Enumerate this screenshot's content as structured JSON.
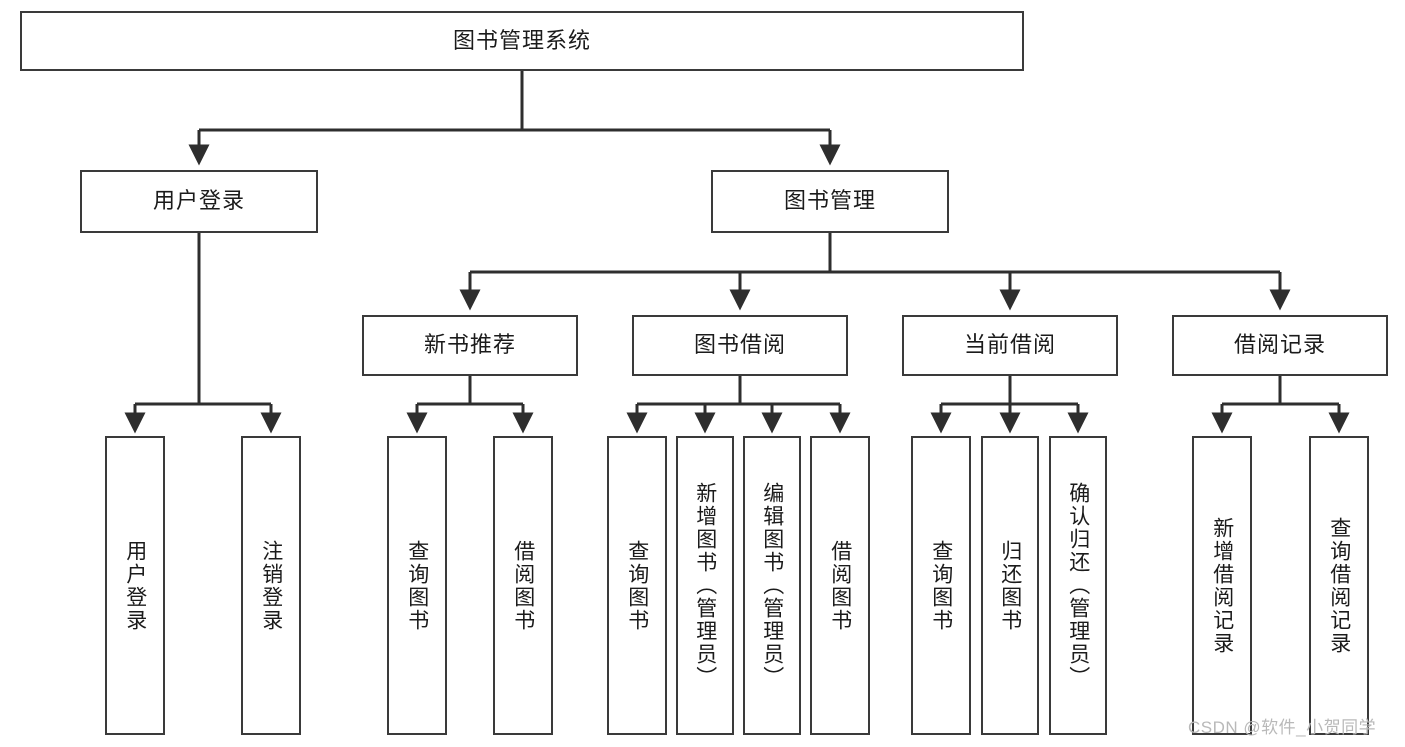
{
  "diagram": {
    "title": "图书管理系统",
    "type": "hierarchy-tree",
    "orientation": "top-down",
    "levels": 4,
    "root": {
      "id": "root",
      "label": "图书管理系统",
      "text_direction": "horizontal"
    },
    "level2": [
      {
        "id": "user-login",
        "label": "用户登录",
        "text_direction": "horizontal"
      },
      {
        "id": "book-manage",
        "label": "图书管理",
        "text_direction": "horizontal"
      }
    ],
    "level3": [
      {
        "id": "new-book-recommend",
        "label": "新书推荐",
        "text_direction": "horizontal",
        "parent": "book-manage"
      },
      {
        "id": "book-borrow",
        "label": "图书借阅",
        "text_direction": "horizontal",
        "parent": "book-manage"
      },
      {
        "id": "current-borrow",
        "label": "当前借阅",
        "text_direction": "horizontal",
        "parent": "book-manage"
      },
      {
        "id": "borrow-record",
        "label": "借阅记录",
        "text_direction": "horizontal",
        "parent": "book-manage"
      }
    ],
    "leaves": {
      "user_login": [
        {
          "id": "leaf-user-login",
          "label": "用户登录",
          "text_direction": "vertical"
        },
        {
          "id": "leaf-user-logout",
          "label": "注销登录",
          "text_direction": "vertical"
        }
      ],
      "new_book_recommend": [
        {
          "id": "leaf-query-book-1",
          "label": "查询图书",
          "text_direction": "vertical"
        },
        {
          "id": "leaf-borrow-book-1",
          "label": "借阅图书",
          "text_direction": "vertical"
        }
      ],
      "book_borrow": [
        {
          "id": "leaf-query-book-2",
          "label": "查询图书",
          "text_direction": "vertical"
        },
        {
          "id": "leaf-add-book",
          "label": "新增图书（管理员）",
          "text_direction": "vertical"
        },
        {
          "id": "leaf-edit-book",
          "label": "编辑图书（管理员）",
          "text_direction": "vertical"
        },
        {
          "id": "leaf-borrow-book-2",
          "label": "借阅图书",
          "text_direction": "vertical"
        }
      ],
      "current_borrow": [
        {
          "id": "leaf-query-book-3",
          "label": "查询图书",
          "text_direction": "vertical"
        },
        {
          "id": "leaf-return-book",
          "label": "归还图书",
          "text_direction": "vertical"
        },
        {
          "id": "leaf-confirm-return",
          "label": "确认归还（管理员）",
          "text_direction": "vertical"
        }
      ],
      "borrow_record": [
        {
          "id": "leaf-add-record",
          "label": "新增借阅记录",
          "text_direction": "vertical"
        },
        {
          "id": "leaf-query-record",
          "label": "查询借阅记录",
          "text_direction": "vertical"
        }
      ]
    },
    "colors": {
      "border": "#3a3a3a",
      "text": "#1b1b1b",
      "background": "#ffffff",
      "edge": "#2e2e2e",
      "watermark": "#b9b9b9"
    }
  },
  "watermark": {
    "text": "CSDN @软件_小贺同学"
  }
}
